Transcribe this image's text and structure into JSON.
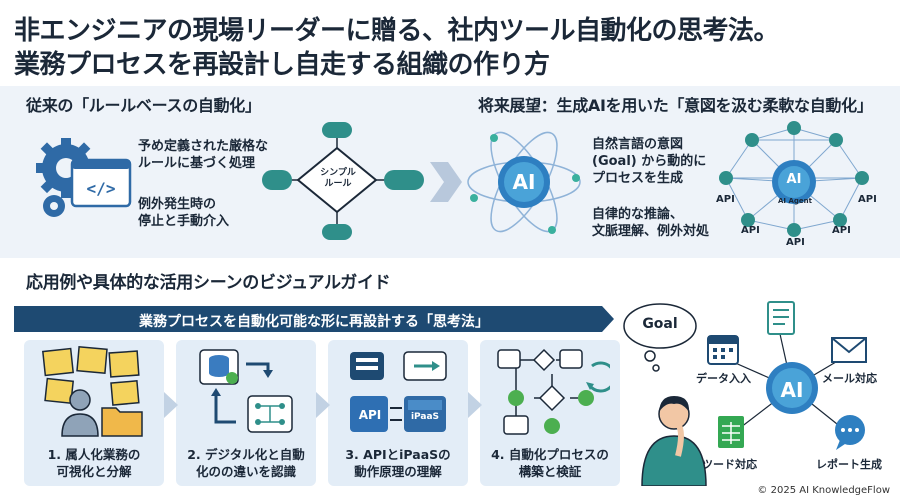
{
  "title": {
    "line1": "非エンジニアの現場リーダーに贈る、社内ツール自動化の思考法。",
    "line2": "業務プロセスを再設計し自走する組織の作り方"
  },
  "legacy": {
    "heading": "従来の「ルールベースの自動化」",
    "desc1": [
      "予め定義された厳格な",
      "ルールに基づく処理"
    ],
    "desc2": [
      "例外発生時の",
      "停止と手動介入"
    ],
    "decision_label": [
      "シンプル",
      "ルール"
    ]
  },
  "future": {
    "heading": "将来展望：生成AIを用いた「意図を汲む柔軟な自動化」",
    "ai_label": "AI",
    "desc1": [
      "自然言語の意図",
      "(Goal) から動的に",
      "プロセスを生成"
    ],
    "desc2": [
      "自律的な推論、",
      "文脈理解、例外対処"
    ],
    "agent_label": "AI Agent",
    "agent_ai": "AI",
    "api_label": "API"
  },
  "guide": {
    "heading": "応用例や具体的な活用シーンのビジュアルガイド",
    "banner": "業務プロセスを自動化可能な形に再設計する「思考法」",
    "steps": [
      {
        "line1": "1. 属人化業務の",
        "line2": "可視化と分解"
      },
      {
        "line1": "2. デジタル化と自動",
        "line2": "化のの違いを認識"
      },
      {
        "line1": "3. APIとiPaaSの",
        "line2": "動作原理の理解"
      },
      {
        "line1": "4. 自動化プロセスの",
        "line2": "構築と検証"
      }
    ],
    "api_chip": "API",
    "ipaas_chip": "iPaaS"
  },
  "hub": {
    "goal": "Goal",
    "center": "AI",
    "data_entry": "データ入入",
    "mail": "メール対応",
    "tool": "ツード対応",
    "report": "レポート生成"
  },
  "colors": {
    "navy": "#1e4a72",
    "teal": "#2f8f8a",
    "accent_blue": "#3a7cc0",
    "green": "#4caf50"
  },
  "footer": "© 2025 AI KnowledgeFlow"
}
